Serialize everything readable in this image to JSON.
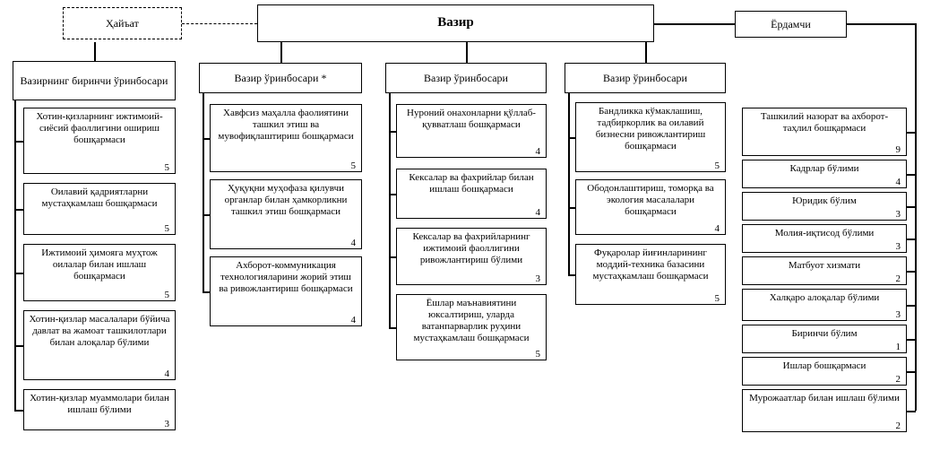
{
  "top": {
    "board": "Ҳайъат",
    "minister": "Вазир",
    "assistant": "Ёрдамчи"
  },
  "columns": [
    {
      "head": "Вазирнинг биринчи ўринбосари",
      "items": [
        {
          "label": "Хотин-қизларнинг ижтимоий-сиёсий фаоллигини ошириш бошқармаси",
          "count": "5"
        },
        {
          "label": "Оилавий қадриятларни мустаҳкамлаш бошқармаси",
          "count": "5"
        },
        {
          "label": "Ижтимоий ҳимояга муҳтож оилалар билан ишлаш бошқармаси",
          "count": "5"
        },
        {
          "label": "Хотин-қизлар масалалари бўйича давлат ва жамоат ташкилотлари билан алоқалар бўлими",
          "count": "4"
        },
        {
          "label": "Хотин-қизлар муаммолари билан ишлаш бўлими",
          "count": "3"
        }
      ]
    },
    {
      "head": "Вазир ўринбосари *",
      "items": [
        {
          "label": "Хавфсиз маҳалла фаолиятини ташкил этиш ва мувофиқлаштириш бошқармаси",
          "count": "5"
        },
        {
          "label": "Ҳуқуқни муҳофаза қилувчи органлар билан ҳамкорликни ташкил этиш бошқармаси",
          "count": "4"
        },
        {
          "label": "Ахборот-коммуникация технологияларини жорий этиш ва ривожлантириш бошқармаси",
          "count": "4"
        }
      ]
    },
    {
      "head": "Вазир ўринбосари",
      "items": [
        {
          "label": "Нуроний онахонларни қўллаб-қувватлаш бошқармаси",
          "count": "4"
        },
        {
          "label": "Кексалар ва фахрийлар билан ишлаш бошқармаси",
          "count": "4"
        },
        {
          "label": "Кексалар ва фахрийларнинг ижтимоий фаоллигини ривожлантириш бўлими",
          "count": "3"
        },
        {
          "label": "Ёшлар маънавиятини юксалтириш, уларда ватанпарварлик руҳини мустаҳкамлаш бошқармаси",
          "count": "5"
        }
      ]
    },
    {
      "head": "Вазир ўринбосари",
      "items": [
        {
          "label": "Бандликка кўмаклашиш, тадбиркорлик ва оилавий бизнесни ривожлантириш бошқармаси",
          "count": "5"
        },
        {
          "label": "Ободонлаштириш, томорқа ва экология масалалари бошқармаси",
          "count": "4"
        },
        {
          "label": "Фуқаролар йиғинларининг моддий-техника базасини мустаҳкамлаш бошқармаси",
          "count": "5"
        }
      ]
    }
  ],
  "right_column": {
    "items": [
      {
        "label": "Ташкилий назорат ва ахборот-таҳлил бошқармаси",
        "count": "9"
      },
      {
        "label": "Кадрлар бўлими",
        "count": "4"
      },
      {
        "label": "Юридик бўлим",
        "count": "3"
      },
      {
        "label": "Молия-иқтисод бўлими",
        "count": "3"
      },
      {
        "label": "Матбуот хизмати",
        "count": "2"
      },
      {
        "label": "Халқаро алоқалар бўлими",
        "count": "3"
      },
      {
        "label": "Биринчи бўлим",
        "count": "1"
      },
      {
        "label": "Ишлар бошқармаси",
        "count": "2"
      },
      {
        "label": "Мурожаатлар билан ишлаш бўлими",
        "count": "2"
      }
    ]
  }
}
